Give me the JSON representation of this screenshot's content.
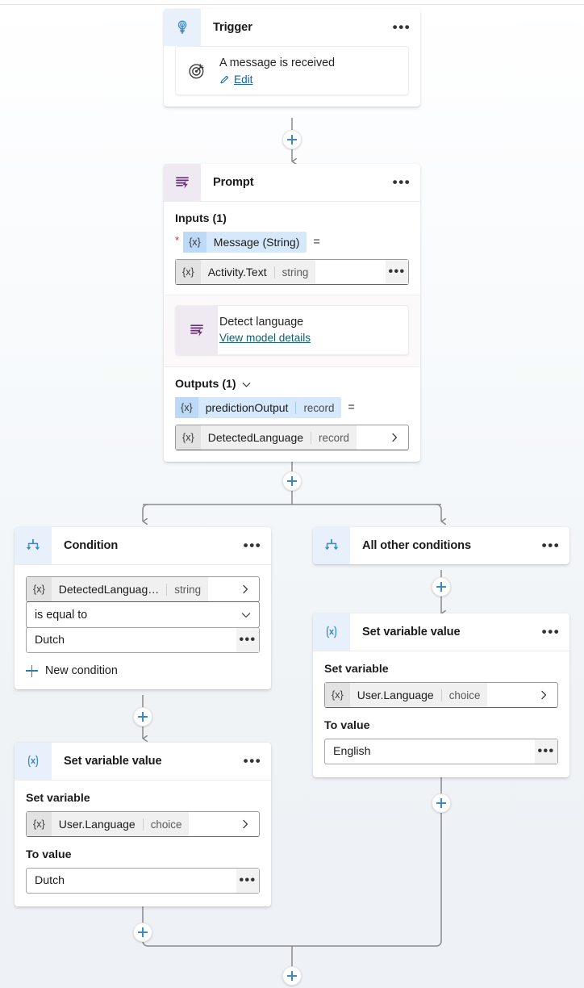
{
  "canvas": {
    "background_top": "#ffffff",
    "background_bottom": "#eef2f6",
    "connector_color": "#8a8a8a",
    "accent_blue": "#3b8ac4",
    "accent_purple": "#6b2d7a"
  },
  "nodes": {
    "trigger": {
      "title": "Trigger",
      "icon": "trigger-bulb-icon",
      "menu": "•••",
      "card": {
        "icon": "target-icon",
        "title": "A message is received",
        "link": "Edit",
        "link_icon": "pencil-icon"
      }
    },
    "prompt": {
      "title": "Prompt",
      "icon": "prompt-lines-bolt-icon",
      "menu": "•••",
      "inputs_label": "Inputs (1)",
      "input_token": {
        "required_marker": "*",
        "x_glyph": "{x}",
        "name": "Message (String)",
        "equals": "="
      },
      "input_value": {
        "x_glyph": "{x}",
        "name": "Activity.Text",
        "type": "string",
        "menu": "•••"
      },
      "model_card": {
        "icon": "prompt-lines-bolt-icon",
        "title": "Detect language",
        "link": "View model details"
      },
      "outputs_label": "Outputs (1)",
      "outputs_chevron": "chevron-down-icon",
      "output_token": {
        "x_glyph": "{x}",
        "name": "predictionOutput",
        "type": "record",
        "equals": "="
      },
      "output_value": {
        "x_glyph": "{x}",
        "name": "DetectedLanguage",
        "type": "record",
        "chevron": "chevron-right-icon"
      }
    },
    "condition": {
      "title": "Condition",
      "icon": "branch-icon",
      "menu": "•••",
      "left_operand": {
        "x_glyph": "{x}",
        "name": "DetectedLanguag…",
        "type": "string",
        "chevron": "chevron-right-icon"
      },
      "operator": "is equal to",
      "operator_chevron": "chevron-down-icon",
      "right_operand": "Dutch",
      "right_operand_menu": "•••",
      "new_condition": "New condition"
    },
    "all_other_conditions": {
      "title": "All other conditions",
      "icon": "branch-icon",
      "menu": "•••"
    },
    "set_var_dutch": {
      "title": "Set variable value",
      "icon": "variable-x-icon",
      "menu": "•••",
      "set_variable_label": "Set variable",
      "variable": {
        "x_glyph": "{x}",
        "name": "User.Language",
        "type": "choice",
        "chevron": "chevron-right-icon"
      },
      "to_value_label": "To value",
      "value": "Dutch",
      "value_menu": "•••"
    },
    "set_var_english": {
      "title": "Set variable value",
      "icon": "variable-x-icon",
      "menu": "•••",
      "set_variable_label": "Set variable",
      "variable": {
        "x_glyph": "{x}",
        "name": "User.Language",
        "type": "choice",
        "chevron": "chevron-right-icon"
      },
      "to_value_label": "To value",
      "value": "English",
      "value_menu": "•••"
    }
  },
  "add_buttons": [
    {
      "name": "add-step-after-trigger"
    },
    {
      "name": "add-step-after-prompt"
    },
    {
      "name": "add-step-after-all-other-conditions"
    },
    {
      "name": "add-step-after-set-var-dutch"
    },
    {
      "name": "add-step-after-set-var-english"
    },
    {
      "name": "add-step-after-merge"
    }
  ]
}
